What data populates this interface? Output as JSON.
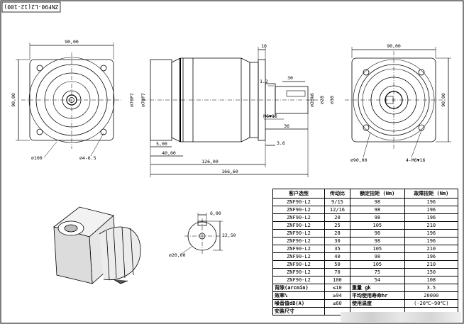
{
  "title": "ZNF90-L2(12-100)",
  "front_view": {
    "width": "90,00",
    "height": "90,00",
    "pilot_dia": "⌀100",
    "holes": "⌀4-6.5"
  },
  "side_view": {
    "flange_thk": "10",
    "shaft_len_30": "30",
    "d_1_2": "1.2",
    "d_5": "5,00",
    "d_40": "40,00",
    "d_126": "126,00",
    "d_166": "166,60",
    "d_36": "36",
    "d_3_6": "3.6",
    "thread": "M6▼16",
    "dia_70a": "⌀70P7",
    "dia_70b": "⌀70P7",
    "dia_20": "⌀20k6",
    "dia_28": "⌀28",
    "dia_30": "⌀30"
  },
  "rear_view": {
    "width": "90,00",
    "height": "90,00",
    "pcd": "⌀90,00",
    "holes": "4-M6▼16"
  },
  "shaft_detail": {
    "key_w": "6,00",
    "key_h": "22,50",
    "dia": "⌀20,00"
  },
  "spec_table": {
    "headers": [
      "客户选型",
      "传动比",
      "额定扭矩 (Nm)",
      "故障扭矩 (Nm)"
    ],
    "rows": [
      [
        "ZNF90-L2",
        "9/15",
        "98",
        "196"
      ],
      [
        "ZNF90-L2",
        "12/16",
        "98",
        "196"
      ],
      [
        "ZNF90-L2",
        "20",
        "98",
        "196"
      ],
      [
        "ZNF90-L2",
        "25",
        "105",
        "210"
      ],
      [
        "ZNF90-L2",
        "28",
        "98",
        "196"
      ],
      [
        "ZNF90-L2",
        "30",
        "98",
        "196"
      ],
      [
        "ZNF90-L2",
        "35",
        "105",
        "210"
      ],
      [
        "ZNF90-L2",
        "40",
        "98",
        "196"
      ],
      [
        "ZNF90-L2",
        "50",
        "105",
        "210"
      ],
      [
        "ZNF90-L2",
        "70",
        "75",
        "150"
      ],
      [
        "ZNF90-L2",
        "100",
        "54",
        "108"
      ]
    ],
    "footer": [
      [
        "背隙(arcmin)",
        "≤10",
        "重量 gk",
        "3.5"
      ],
      [
        "效率%",
        "≥94",
        "平均使用寿命hr",
        "20000"
      ],
      [
        "噪音值dB(A)",
        "≤60",
        "使用温度",
        "(-20℃~90℃)"
      ],
      [
        "安装尺寸",
        "",
        "",
        ""
      ]
    ]
  }
}
